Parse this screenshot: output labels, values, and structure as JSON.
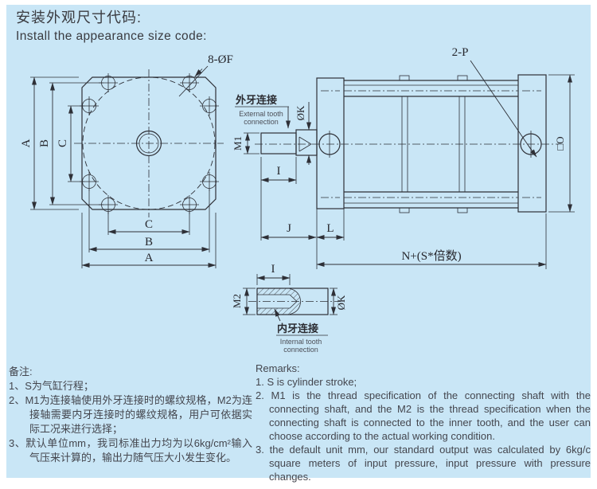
{
  "title": {
    "zh": "安装外观尺寸代码:",
    "en": "Install the appearance size code:"
  },
  "drawing": {
    "front_view": {
      "bolt_label": "8-ØF",
      "dim_a": "A",
      "dim_b": "B",
      "dim_c": "C"
    },
    "external_connection": {
      "label_zh": "外牙连接",
      "label_en_line1": "External tooth",
      "label_en_line2": "connection",
      "dim_m1": "M1",
      "dim_i": "I",
      "dim_k": "ØK"
    },
    "side_view": {
      "port_label": "2-P",
      "dim_o": "□O",
      "dim_j": "J",
      "dim_l": "L",
      "dim_n": "N+(S*倍数)"
    },
    "internal_connection": {
      "label_zh": "内牙连接",
      "label_en_line1": "Internal tooth",
      "label_en_line2": "connection",
      "dim_m2": "M2",
      "dim_i": "I",
      "dim_k": "ØK"
    }
  },
  "notes_zh": {
    "header": "备注:",
    "item_1": "1、S为气缸行程；",
    "item_2": "2、M1为连接轴使用外牙连接时的螺纹规格，M2为连接轴需要内牙连接时的螺纹规格，用户可依据实际工况来进行选择；",
    "item_3": "3、默认单位mm，我司标准出力均为以6kg/cm²输入气压来计算的，输出力随气压大小发生变化。"
  },
  "notes_en": {
    "header": "Remarks:",
    "item_1": "1. S is cylinder stroke;",
    "item_2": "2. M1 is the thread specification of the connecting shaft with the connecting shaft, and the M2 is the thread specification when the connecting shaft is connected to the inner tooth, and the user can choose according to the actual working condition.",
    "item_3": "3. the default unit mm, our standard output was calculated by 6kg/c square meters of input pressure, input pressure with pressure changes."
  },
  "colors": {
    "panel_background": "#c9e6f6",
    "line": "#2e3037",
    "text": "#44464e"
  }
}
